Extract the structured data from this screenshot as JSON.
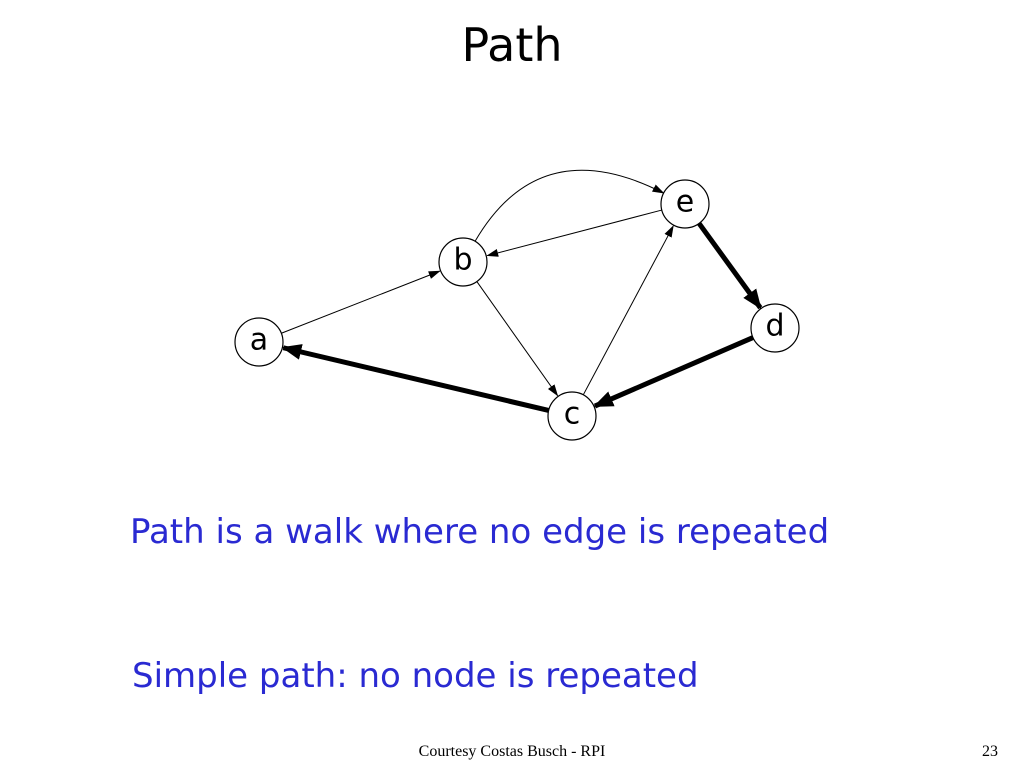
{
  "slide": {
    "title": "Path",
    "statements": [
      "Path is a walk where no edge is repeated",
      "Simple path: no node is repeated"
    ],
    "footer": "Courtesy Costas Busch - RPI",
    "page_number": "23",
    "statement_color": "#2a2ad2"
  },
  "graph": {
    "nodes": [
      {
        "id": "a",
        "label": "a"
      },
      {
        "id": "b",
        "label": "b"
      },
      {
        "id": "c",
        "label": "c"
      },
      {
        "id": "d",
        "label": "d"
      },
      {
        "id": "e",
        "label": "e"
      }
    ],
    "edges": [
      {
        "from": "a",
        "to": "b",
        "highlighted": false
      },
      {
        "from": "b",
        "to": "e",
        "highlighted": false
      },
      {
        "from": "e",
        "to": "b",
        "highlighted": false
      },
      {
        "from": "b",
        "to": "c",
        "highlighted": false
      },
      {
        "from": "c",
        "to": "e",
        "highlighted": false
      },
      {
        "from": "e",
        "to": "d",
        "highlighted": true
      },
      {
        "from": "d",
        "to": "c",
        "highlighted": true
      },
      {
        "from": "c",
        "to": "a",
        "highlighted": true
      }
    ]
  }
}
